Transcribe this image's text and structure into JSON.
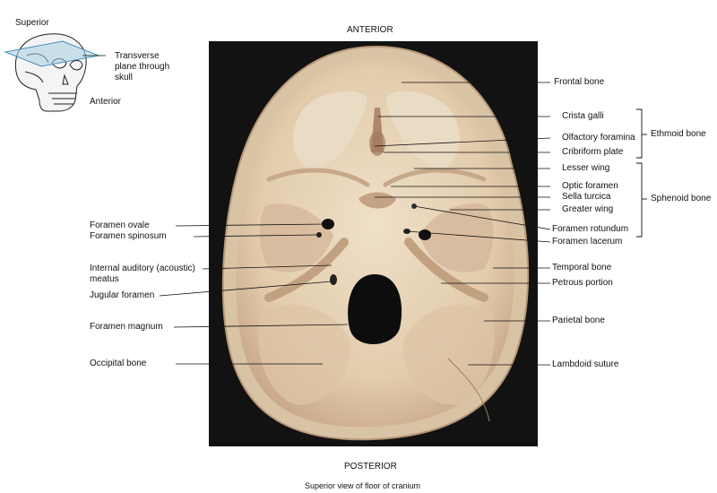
{
  "orientation": {
    "top": "ANTERIOR",
    "bottom": "POSTERIOR",
    "caption": "Superior view of floor of cranium"
  },
  "inset": {
    "superior": "Superior",
    "plane_label_line1": "Transverse",
    "plane_label_line2": "plane through",
    "plane_label_line3": "skull",
    "anterior": "Anterior"
  },
  "labels_left": {
    "foramen_ovale": "Foramen ovale",
    "foramen_spinosum": "Foramen spinosum",
    "internal_auditory_line1": "Internal auditory (acoustic)",
    "internal_auditory_line2": "meatus",
    "jugular_foramen": "Jugular foramen",
    "foramen_magnum": "Foramen magnum",
    "occipital_bone": "Occipital bone"
  },
  "labels_right": {
    "frontal_bone": "Frontal bone",
    "crista_galli": "Crista galli",
    "olfactory_foramina": "Olfactory foramina",
    "cribriform_plate": "Cribriform plate",
    "lesser_wing": "Lesser wing",
    "optic_foramen": "Optic foramen",
    "sella_turcica": "Sella turcica",
    "greater_wing": "Greater wing",
    "foramen_rotundum": "Foramen rotundum",
    "foramen_lacerum": "Foramen lacerum",
    "temporal_bone": "Temporal bone",
    "petrous_portion": "Petrous portion",
    "parietal_bone": "Parietal bone",
    "lambdoid_suture": "Lambdoid suture"
  },
  "groups": {
    "ethmoid_bone": "Ethmoid bone",
    "sphenoid_bone": "Sphenoid bone"
  },
  "colors": {
    "bone": "#e6d3b8",
    "bone_shadow": "#c9a98a",
    "background_photo": "#121212",
    "leader_line": "#111111"
  }
}
